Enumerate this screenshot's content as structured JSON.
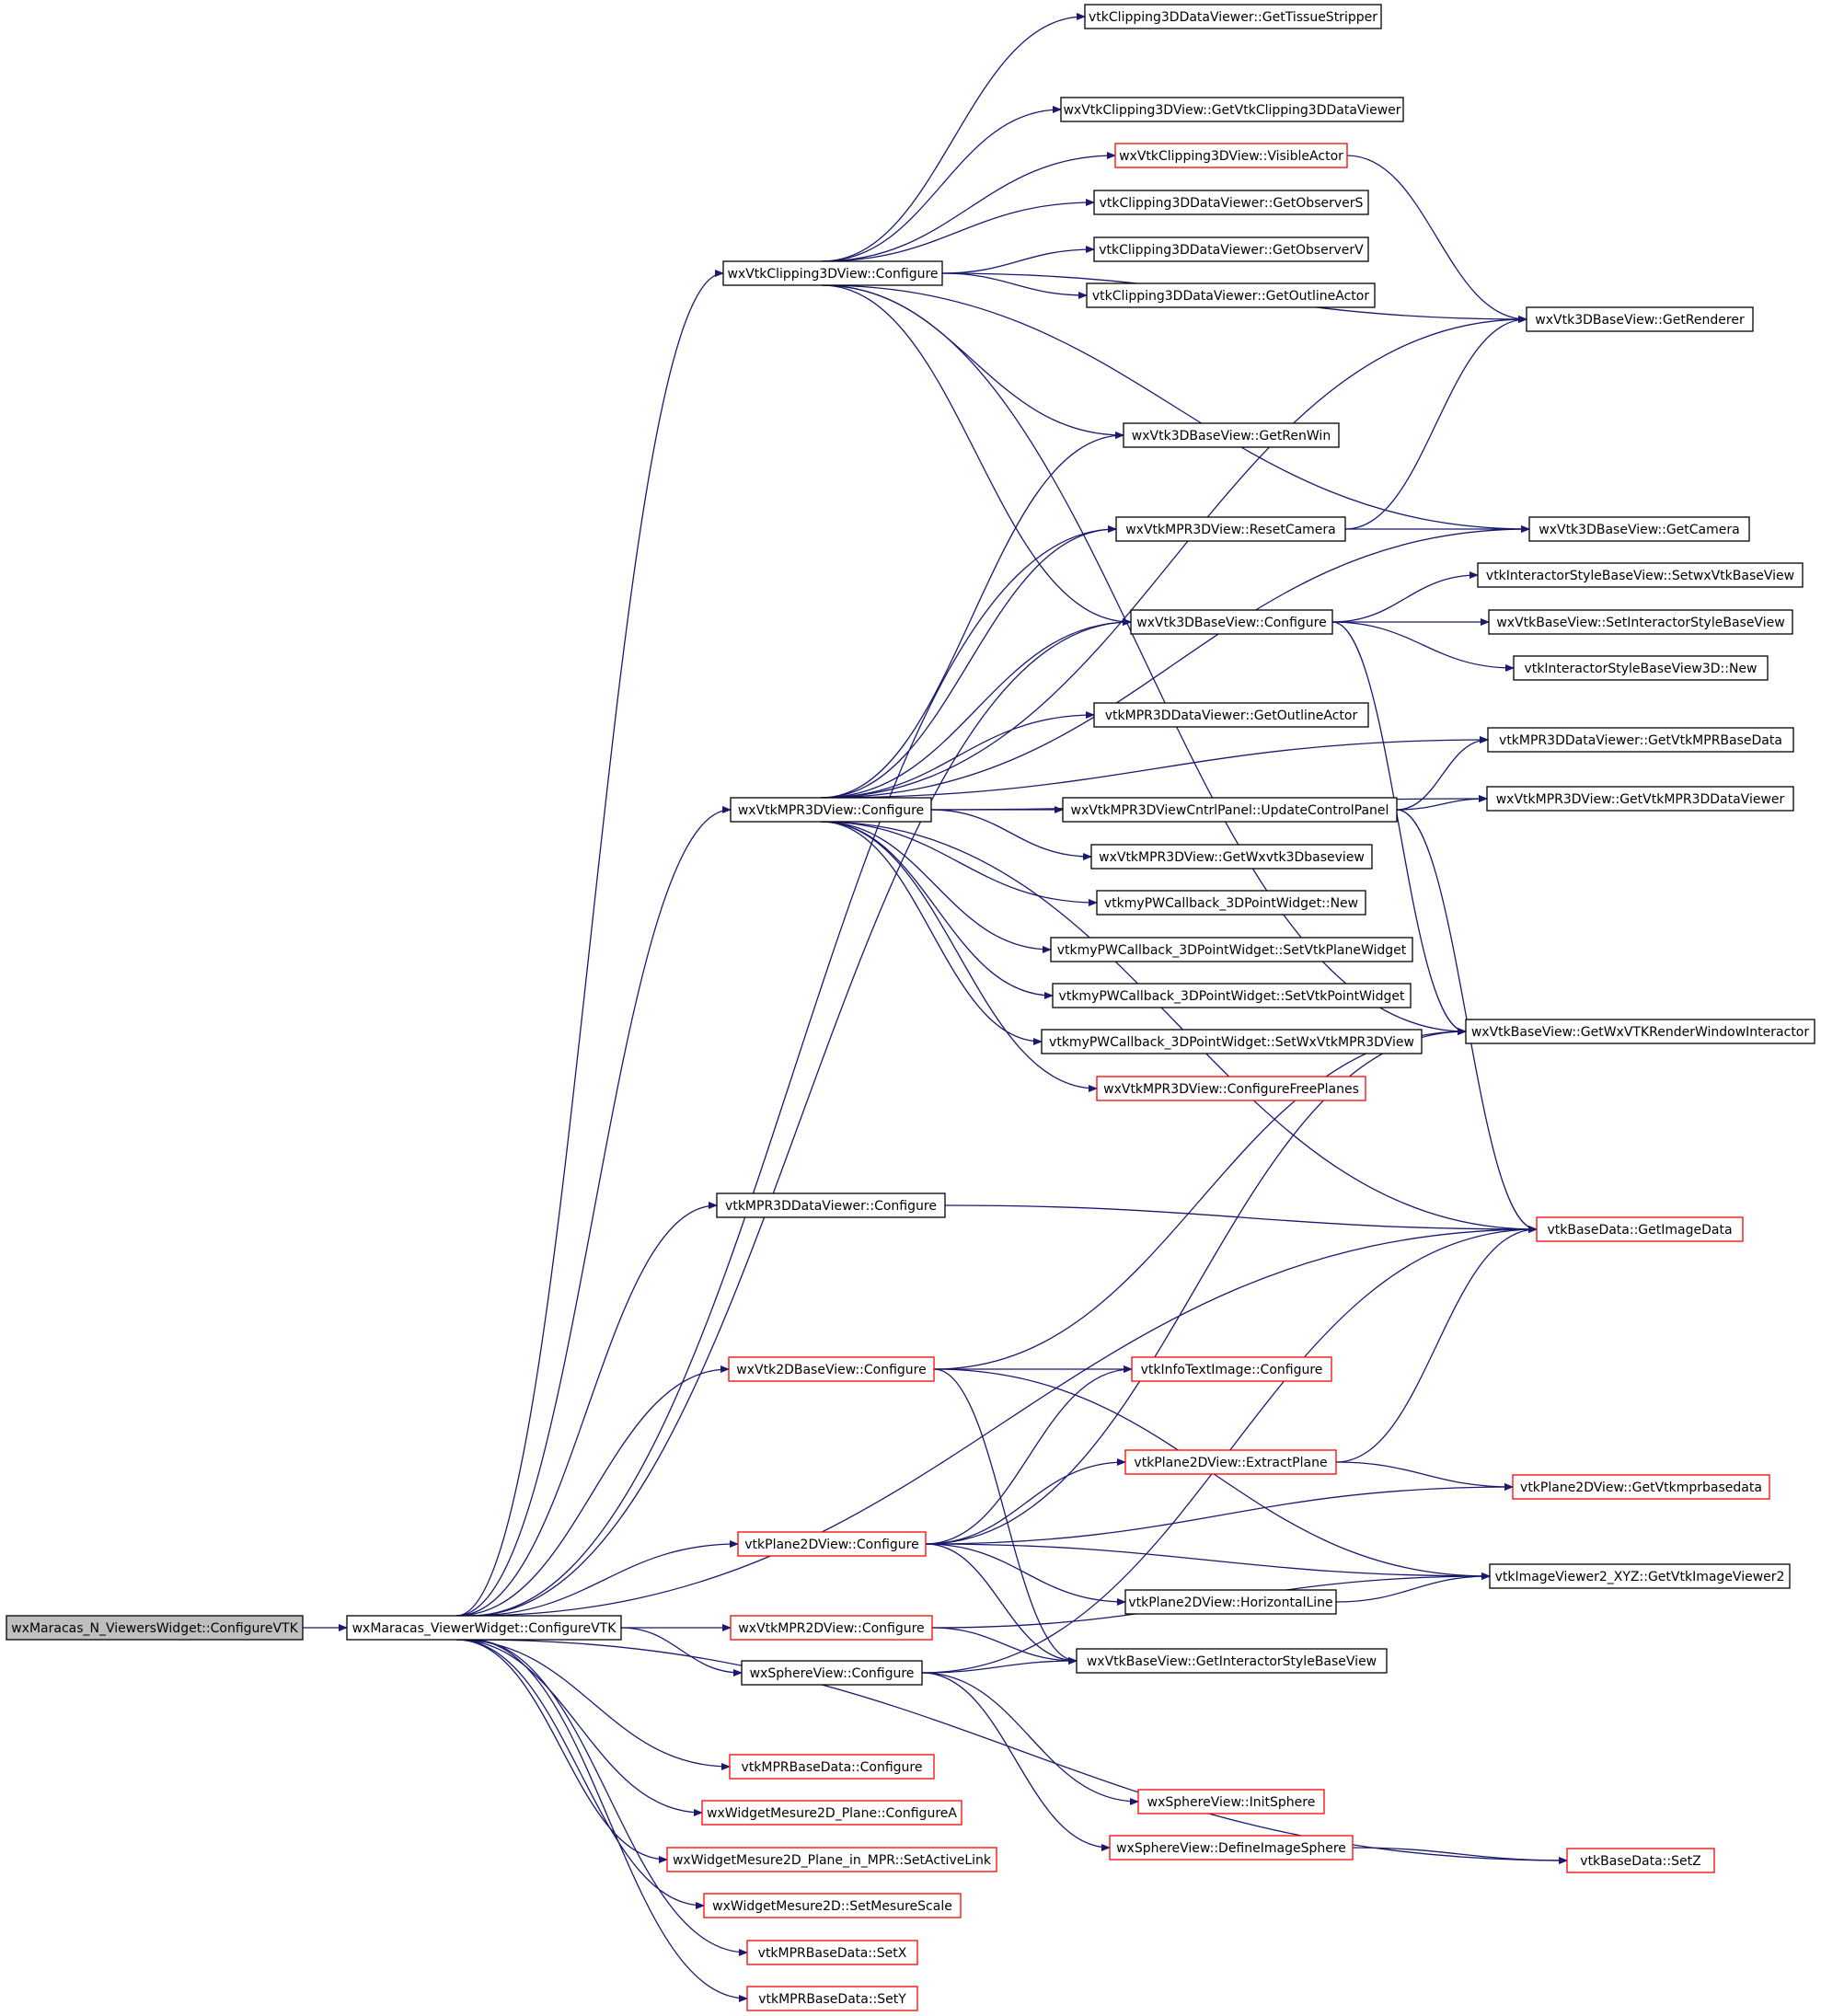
{
  "colors": {
    "edge": "#191970",
    "box_default": "#000000",
    "box_truncated": "#ff0000",
    "box_root_fill": "#bfbfbf",
    "background": "#ffffff"
  },
  "legend_meaning": "red border = node with further (undrawn) callees; grey fill = starting function",
  "nodes": [
    {
      "id": "root",
      "label": "wxMaracas_N_ViewersWidget::ConfigureVTK",
      "style": "root"
    },
    {
      "id": "mvw",
      "label": "wxMaracas_ViewerWidget::ConfigureVTK",
      "style": "default"
    },
    {
      "id": "clipcfg",
      "label": "wxVtkClipping3DView::Configure",
      "style": "default"
    },
    {
      "id": "tissue",
      "label": "vtkClipping3DDataViewer::GetTissueStripper",
      "style": "default"
    },
    {
      "id": "getclipdv",
      "label": "wxVtkClipping3DView::GetVtkClipping3DDataViewer",
      "style": "default"
    },
    {
      "id": "visact",
      "label": "wxVtkClipping3DView::VisibleActor",
      "style": "truncated"
    },
    {
      "id": "obss",
      "label": "vtkClipping3DDataViewer::GetObserverS",
      "style": "default"
    },
    {
      "id": "obsv",
      "label": "vtkClipping3DDataViewer::GetObserverV",
      "style": "default"
    },
    {
      "id": "outline",
      "label": "vtkClipping3DDataViewer::GetOutlineActor",
      "style": "default"
    },
    {
      "id": "renderer",
      "label": "wxVtk3DBaseView::GetRenderer",
      "style": "default"
    },
    {
      "id": "renwin",
      "label": "wxVtk3DBaseView::GetRenWin",
      "style": "default"
    },
    {
      "id": "reset",
      "label": "wxVtkMPR3DView::ResetCamera",
      "style": "default"
    },
    {
      "id": "camera",
      "label": "wxVtk3DBaseView::GetCamera",
      "style": "default"
    },
    {
      "id": "setwx",
      "label": "vtkInteractorStyleBaseView::SetwxVtkBaseView",
      "style": "default"
    },
    {
      "id": "b3dcfg",
      "label": "wxVtk3DBaseView::Configure",
      "style": "default"
    },
    {
      "id": "setistyle",
      "label": "wxVtkBaseView::SetInteractorStyleBaseView",
      "style": "default"
    },
    {
      "id": "isnew",
      "label": "vtkInteractorStyleBaseView3D::New",
      "style": "default"
    },
    {
      "id": "mprout",
      "label": "vtkMPR3DDataViewer::GetOutlineActor",
      "style": "default"
    },
    {
      "id": "getmprbase",
      "label": "vtkMPR3DDataViewer::GetVtkMPRBaseData",
      "style": "default"
    },
    {
      "id": "mpr3dcfg",
      "label": "wxVtkMPR3DView::Configure",
      "style": "default"
    },
    {
      "id": "updpanel",
      "label": "wxVtkMPR3DViewCntrlPanel::UpdateControlPanel",
      "style": "default"
    },
    {
      "id": "getmpr3ddv",
      "label": "wxVtkMPR3DView::GetVtkMPR3DDataViewer",
      "style": "default"
    },
    {
      "id": "getwxvtk3d",
      "label": "wxVtkMPR3DView::GetWxvtk3Dbaseview",
      "style": "default"
    },
    {
      "id": "pwnew",
      "label": "vtkmyPWCallback_3DPointWidget::New",
      "style": "default"
    },
    {
      "id": "pwplane",
      "label": "vtkmyPWCallback_3DPointWidget::SetVtkPlaneWidget",
      "style": "default"
    },
    {
      "id": "pwpoint",
      "label": "vtkmyPWCallback_3DPointWidget::SetVtkPointWidget",
      "style": "default"
    },
    {
      "id": "pwmpr",
      "label": "vtkmyPWCallback_3DPointWidget::SetWxVtkMPR3DView",
      "style": "default"
    },
    {
      "id": "rwi",
      "label": "wxVtkBaseView::GetWxVTKRenderWindowInteractor",
      "style": "default"
    },
    {
      "id": "freeplanes",
      "label": "wxVtkMPR3DView::ConfigureFreePlanes",
      "style": "truncated"
    },
    {
      "id": "mprdvcfg",
      "label": "vtkMPR3DDataViewer::Configure",
      "style": "default"
    },
    {
      "id": "imgdata",
      "label": "vtkBaseData::GetImageData",
      "style": "truncated"
    },
    {
      "id": "b2dcfg",
      "label": "wxVtk2DBaseView::Configure",
      "style": "truncated"
    },
    {
      "id": "infotext",
      "label": "vtkInfoTextImage::Configure",
      "style": "truncated"
    },
    {
      "id": "extract",
      "label": "vtkPlane2DView::ExtractPlane",
      "style": "truncated"
    },
    {
      "id": "getvtkmpr",
      "label": "vtkPlane2DView::GetVtkmprbasedata",
      "style": "truncated"
    },
    {
      "id": "p2dcfg",
      "label": "vtkPlane2DView::Configure",
      "style": "truncated"
    },
    {
      "id": "imgviewer",
      "label": "vtkImageViewer2_XYZ::GetVtkImageViewer2",
      "style": "default"
    },
    {
      "id": "hline",
      "label": "vtkPlane2DView::HorizontalLine",
      "style": "default"
    },
    {
      "id": "mpr2dcfg",
      "label": "wxVtkMPR2DView::Configure",
      "style": "truncated"
    },
    {
      "id": "getistyle",
      "label": "wxVtkBaseView::GetInteractorStyleBaseView",
      "style": "default"
    },
    {
      "id": "sphcfg",
      "label": "wxSphereView::Configure",
      "style": "default"
    },
    {
      "id": "mprbasecfg",
      "label": "vtkMPRBaseData::Configure",
      "style": "truncated"
    },
    {
      "id": "initsph",
      "label": "wxSphereView::InitSphere",
      "style": "truncated"
    },
    {
      "id": "confA",
      "label": "wxWidgetMesure2D_Plane::ConfigureA",
      "style": "truncated"
    },
    {
      "id": "defsph",
      "label": "wxSphereView::DefineImageSphere",
      "style": "truncated"
    },
    {
      "id": "activelink",
      "label": "wxWidgetMesure2D_Plane_in_MPR::SetActiveLink",
      "style": "truncated"
    },
    {
      "id": "setz",
      "label": "vtkBaseData::SetZ",
      "style": "truncated"
    },
    {
      "id": "messcale",
      "label": "wxWidgetMesure2D::SetMesureScale",
      "style": "truncated"
    },
    {
      "id": "setx",
      "label": "vtkMPRBaseData::SetX",
      "style": "truncated"
    },
    {
      "id": "sety",
      "label": "vtkMPRBaseData::SetY",
      "style": "truncated"
    }
  ],
  "edges": [
    [
      "root",
      "mvw"
    ],
    [
      "mvw",
      "clipcfg"
    ],
    [
      "mvw",
      "mpr3dcfg"
    ],
    [
      "mvw",
      "mprdvcfg"
    ],
    [
      "mvw",
      "b2dcfg"
    ],
    [
      "mvw",
      "p2dcfg"
    ],
    [
      "mvw",
      "mpr2dcfg"
    ],
    [
      "mvw",
      "sphcfg"
    ],
    [
      "mvw",
      "mprbasecfg"
    ],
    [
      "mvw",
      "confA"
    ],
    [
      "mvw",
      "activelink"
    ],
    [
      "mvw",
      "messcale"
    ],
    [
      "mvw",
      "setx"
    ],
    [
      "mvw",
      "sety"
    ],
    [
      "mvw",
      "reset"
    ],
    [
      "mvw",
      "b3dcfg"
    ],
    [
      "mvw",
      "imgdata"
    ],
    [
      "mvw",
      "setz"
    ],
    [
      "clipcfg",
      "tissue"
    ],
    [
      "clipcfg",
      "getclipdv"
    ],
    [
      "clipcfg",
      "visact"
    ],
    [
      "clipcfg",
      "obss"
    ],
    [
      "clipcfg",
      "obsv"
    ],
    [
      "clipcfg",
      "outline"
    ],
    [
      "clipcfg",
      "renderer"
    ],
    [
      "clipcfg",
      "renwin"
    ],
    [
      "clipcfg",
      "camera"
    ],
    [
      "clipcfg",
      "b3dcfg"
    ],
    [
      "clipcfg",
      "rwi"
    ],
    [
      "visact",
      "renderer"
    ],
    [
      "reset",
      "camera"
    ],
    [
      "reset",
      "renderer"
    ],
    [
      "b3dcfg",
      "setwx"
    ],
    [
      "b3dcfg",
      "setistyle"
    ],
    [
      "b3dcfg",
      "isnew"
    ],
    [
      "b3dcfg",
      "rwi"
    ],
    [
      "mpr3dcfg",
      "renwin"
    ],
    [
      "mpr3dcfg",
      "renderer"
    ],
    [
      "mpr3dcfg",
      "reset"
    ],
    [
      "mpr3dcfg",
      "camera"
    ],
    [
      "mpr3dcfg",
      "b3dcfg"
    ],
    [
      "mpr3dcfg",
      "getmprbase"
    ],
    [
      "mpr3dcfg",
      "mprout"
    ],
    [
      "mpr3dcfg",
      "updpanel"
    ],
    [
      "mpr3dcfg",
      "getmpr3ddv"
    ],
    [
      "mpr3dcfg",
      "getwxvtk3d"
    ],
    [
      "mpr3dcfg",
      "pwnew"
    ],
    [
      "mpr3dcfg",
      "pwplane"
    ],
    [
      "mpr3dcfg",
      "pwpoint"
    ],
    [
      "mpr3dcfg",
      "pwmpr"
    ],
    [
      "mpr3dcfg",
      "freeplanes"
    ],
    [
      "mpr3dcfg",
      "imgdata"
    ],
    [
      "updpanel",
      "getmpr3ddv"
    ],
    [
      "updpanel",
      "getmprbase"
    ],
    [
      "updpanel",
      "imgdata"
    ],
    [
      "mprdvcfg",
      "imgdata"
    ],
    [
      "b2dcfg",
      "infotext"
    ],
    [
      "b2dcfg",
      "rwi"
    ],
    [
      "b2dcfg",
      "imgviewer"
    ],
    [
      "b2dcfg",
      "getistyle"
    ],
    [
      "p2dcfg",
      "infotext"
    ],
    [
      "p2dcfg",
      "extract"
    ],
    [
      "p2dcfg",
      "getvtkmpr"
    ],
    [
      "p2dcfg",
      "imgviewer"
    ],
    [
      "p2dcfg",
      "hline"
    ],
    [
      "p2dcfg",
      "getistyle"
    ],
    [
      "p2dcfg",
      "rwi"
    ],
    [
      "extract",
      "getvtkmpr"
    ],
    [
      "extract",
      "imgdata"
    ],
    [
      "hline",
      "imgviewer"
    ],
    [
      "mpr2dcfg",
      "getistyle"
    ],
    [
      "mpr2dcfg",
      "imgviewer"
    ],
    [
      "sphcfg",
      "getistyle"
    ],
    [
      "sphcfg",
      "initsph"
    ],
    [
      "sphcfg",
      "defsph"
    ],
    [
      "sphcfg",
      "imgdata"
    ],
    [
      "defsph",
      "setz"
    ]
  ]
}
